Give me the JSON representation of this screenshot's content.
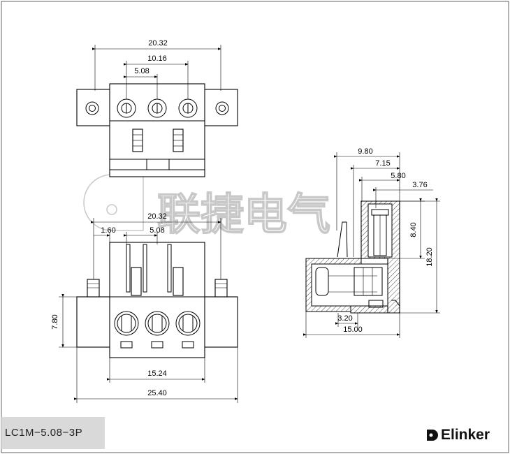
{
  "dimensions": {
    "top_overall": "20.32",
    "top_mid": "10.16",
    "top_pitch": "5.08",
    "front_overall": "20.32",
    "front_offset": "1.60",
    "front_pitch": "5.08",
    "front_height": "7.80",
    "front_body_width": "15.24",
    "front_total_width": "25.40",
    "side_a": "9.80",
    "side_b": "7.15",
    "side_c": "5.80",
    "side_d": "3.76",
    "side_e": "8.40",
    "side_f": "18.20",
    "side_g": "3.20",
    "side_h": "15.00"
  },
  "watermark": "联捷电气",
  "model": "LC1M−5.08−3P",
  "brand": "Elinker"
}
